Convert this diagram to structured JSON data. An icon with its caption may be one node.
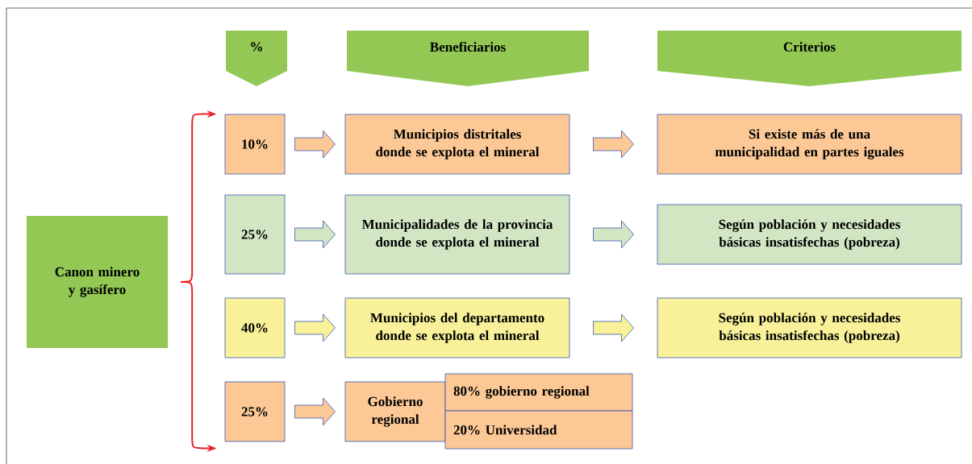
{
  "diagram": {
    "nodes": [
      {
        "text": [
          "%"
        ]
      },
      {
        "text": [
          "Beneficiarios"
        ]
      },
      {
        "text": [
          "Criterios"
        ]
      },
      {
        "text": [
          "Canon minero y gasífero"
        ]
      },
      {
        "text": [
          "10%"
        ]
      },
      {
        "text": [
          "Municipios distritales donde se explota el mineral"
        ]
      },
      {
        "text": [
          "Si existe más de una municipalidad en partes iguales"
        ]
      },
      {
        "text": [
          "25%"
        ]
      },
      {
        "text": [
          "Municipalidades de la provincia donde se explota el mineral"
        ]
      },
      {
        "text": [
          "Según población y necesidades básicas insatisfechas (pobreza)"
        ]
      },
      {
        "text": [
          "40%"
        ]
      },
      {
        "text": [
          "Municipios del departamento donde se explota el mineral"
        ]
      },
      {
        "text": [
          "Según población y necesidades básicas insatisfechas (pobreza)"
        ]
      },
      {
        "text": [
          "25%"
        ]
      },
      {
        "text": [
          "Gobierno regional"
        ]
      },
      {
        "text": [
          "80% gobierno regional"
        ]
      },
      {
        "text": [
          "20% Universidad"
        ]
      }
    ],
    "edges": [
      {
        "from": 3,
        "to": 4,
        "arrow": "to",
        "color": "#e8202a"
      },
      {
        "from": 3,
        "to": 13,
        "arrow": "to",
        "color": "#e8202a"
      },
      {
        "from": 4,
        "to": 5,
        "arrow": "to"
      },
      {
        "from": 5,
        "to": 6,
        "arrow": "to"
      },
      {
        "from": 7,
        "to": 8,
        "arrow": "to"
      },
      {
        "from": 8,
        "to": 9,
        "arrow": "to"
      },
      {
        "from": 10,
        "to": 11,
        "arrow": "to"
      },
      {
        "from": 11,
        "to": 12,
        "arrow": "to"
      },
      {
        "from": 13,
        "to": 14,
        "arrow": "to"
      }
    ]
  }
}
